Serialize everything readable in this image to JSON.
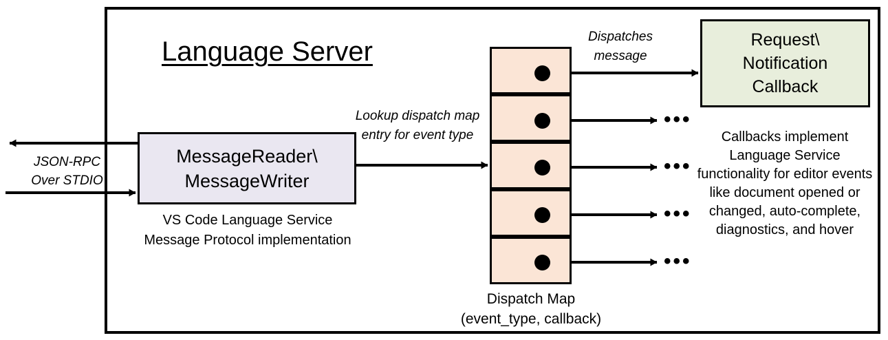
{
  "diagram": {
    "title": "Language Server",
    "boxes": {
      "message_io": {
        "label": "MessageReader\\\nMessageWriter",
        "line1": "MessageReader\\",
        "line2": "MessageWriter",
        "caption_line1": "VS Code Language Service",
        "caption_line2": "Message Protocol implementation",
        "fill": "#eae7f1"
      },
      "dispatch_map": {
        "caption_line1": "Dispatch Map",
        "caption_line2": "(event_type, callback)",
        "fill": "#fbe5d6",
        "cell_count": 5,
        "cells": [
          {
            "index": 0,
            "target": "Request\\Notification Callback"
          },
          {
            "index": 1,
            "target": "..."
          },
          {
            "index": 2,
            "target": "..."
          },
          {
            "index": 3,
            "target": "..."
          },
          {
            "index": 4,
            "target": "..."
          }
        ]
      },
      "callback": {
        "line1": "Request\\",
        "line2": "Notification",
        "line3": "Callback",
        "fill": "#e8eedc",
        "caption": "Callbacks implement Language Service functionality for editor events like document opened or changed, auto-complete, diagnostics, and hover"
      }
    },
    "edge_labels": {
      "jsonrpc_line1": "JSON-RPC",
      "jsonrpc_line2": "Over STDIO",
      "lookup": "Lookup dispatch map entry for event type",
      "dispatches_line1": "Dispatches",
      "dispatches_line2": "message"
    },
    "ellipsis_glyph": "•••",
    "colors": {
      "stroke": "#000000",
      "background": "#ffffff",
      "message_box_fill": "#eae7f1",
      "map_fill": "#fbe5d6",
      "callback_fill": "#e8eedc"
    }
  }
}
